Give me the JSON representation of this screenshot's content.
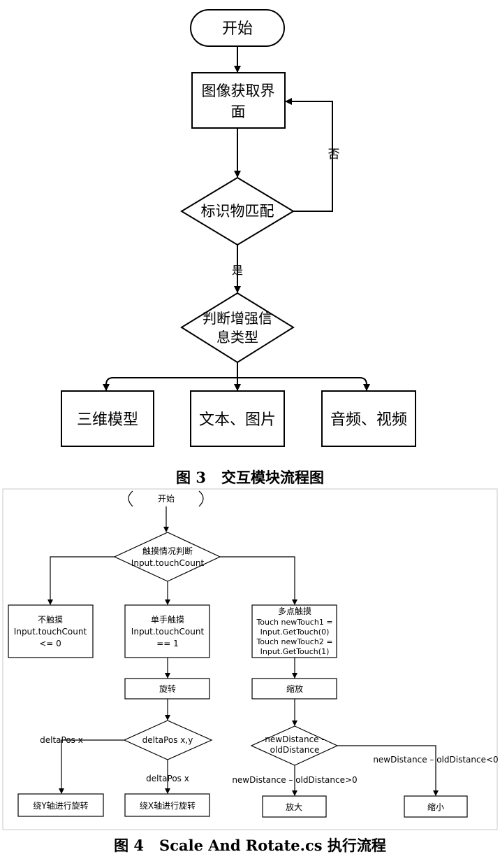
{
  "fig3": {
    "start": "开始",
    "acquire_line1": "图像获取界",
    "acquire_line2": "面",
    "match": "标识物匹配",
    "no_label": "否",
    "yes_label": "是",
    "judge_line1": "判断增强信",
    "judge_line2": "息类型",
    "model3d": "三维模型",
    "text_image": "文本、图片",
    "audio_video": "音频、视频",
    "caption_num": "图 3",
    "caption_title": "交互模块流程图"
  },
  "fig4": {
    "start": "开始",
    "touch_judge_line1": "触摸情况判断",
    "touch_judge_line2": "Input.touchCount",
    "no_touch_line1": "不触摸",
    "no_touch_line2": "Input.touchCount",
    "no_touch_line3": "<= 0",
    "single_line1": "单手触摸",
    "single_line2": "Input.touchCount",
    "single_line3": "== 1",
    "multi_line1": "多点触摸",
    "multi_line2": "Touch newTouch1 =",
    "multi_line3": "Input.GetTouch(0)",
    "multi_line4": "Touch newTouch2 =",
    "multi_line5": "Input.GetTouch(1)",
    "rotate": "旋转",
    "scale": "缩放",
    "delta_decision": "deltaPos x,y",
    "delta_left_label": "deltaPos x",
    "delta_bottom_label": "deltaPos x",
    "rotate_y": "绕Y轴进行旋转",
    "rotate_x": "绕X轴进行旋转",
    "dist_line1": "newDistance -",
    "dist_line2": "oldDistance",
    "dist_gt_label": "newDistance – oldDistance>0",
    "dist_lt_label": "newDistance – oldDistance<0",
    "zoom_in": "放大",
    "zoom_out": "缩小",
    "caption_num": "图 4",
    "caption_title": "Scale And Rotate.cs 执行流程"
  }
}
